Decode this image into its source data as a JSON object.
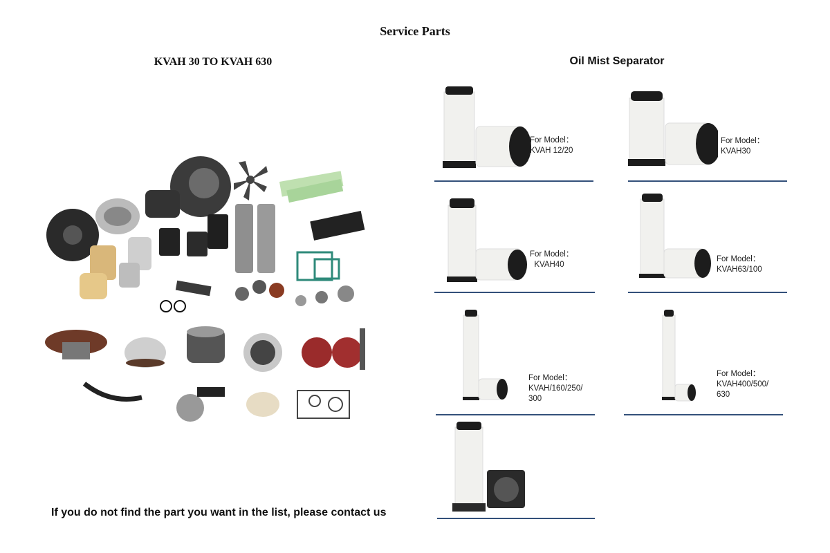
{
  "page": {
    "title": "Service Parts",
    "left_heading": "KVAH 30 TO KVAH 630",
    "right_heading": "Oil Mist Separator",
    "contact_note": "If you do not find the part you want in the list, please contact us"
  },
  "separators": [
    {
      "label": "For Model：",
      "models": [
        "KVAH 12/20"
      ]
    },
    {
      "label": "For Model：",
      "models": [
        "KVAH30"
      ]
    },
    {
      "label": "For Model：",
      "models": [
        "  KVAH40"
      ]
    },
    {
      "label": "For Model：",
      "models": [
        "KVAH63/100"
      ]
    },
    {
      "label": "For Model：",
      "models": [
        "KVAH/160/250/",
        "300"
      ]
    },
    {
      "label": "For Model：",
      "models": [
        "KVAH400/500/",
        "630"
      ]
    }
  ],
  "colors": {
    "divider": "#33507a",
    "filter_body": "#f1f1ee",
    "filter_cap": "#1c1c1c"
  }
}
